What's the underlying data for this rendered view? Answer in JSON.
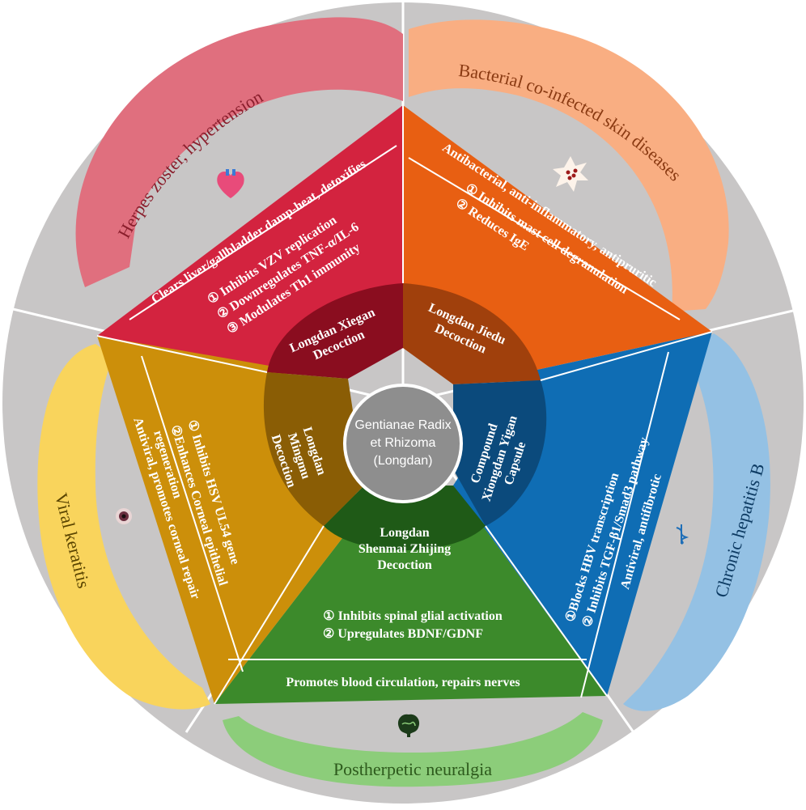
{
  "center": {
    "lines": [
      "Gentianae Radix",
      "et Rhizoma",
      "(Longdan)"
    ]
  },
  "colors": {
    "outer_disc": "#c8c6c6",
    "red": "#d3233f",
    "orange": "#e85f12",
    "blue": "#0f6db4",
    "green": "#3c8a2b",
    "gold": "#cc8f0a"
  },
  "sectors": {
    "top_left": {
      "disease": "Herpes zoster, hypertension",
      "formula": [
        "Longdan Xiegan",
        "Decoction"
      ],
      "mechanisms": [
        "① Inhibits VZV replication",
        "② Downregulates TNF-α/IL-6",
        "③ Modulates Th1 immunity"
      ],
      "effect": "Clears liver/gallbladder damp-heat, detoxifies",
      "icon": "heart-icon"
    },
    "top_right": {
      "disease": "Bacterial co-infected skin diseases",
      "formula": [
        "Longdan Jiedu",
        "Decoction"
      ],
      "mechanisms": [
        "① Inhibits mast cell degranulation",
        "② Reduces IgE"
      ],
      "effect": "Antibacterial, anti-inflammatory, antipruritic",
      "icon": "bacteria-icon"
    },
    "right": {
      "disease": "Chronic hepatitis B",
      "formula": [
        "Compound",
        "Xiongdan Yigan",
        "Capsule"
      ],
      "mechanisms": [
        "①Blocks HBV transcription",
        "② Inhibits TGF-β1/Smad3 pathway"
      ],
      "effect": "Antiviral, antifibrotic",
      "icon": "caduceus-icon"
    },
    "bottom": {
      "disease": "Postherpetic neuralgia",
      "formula": [
        "Longdan",
        "Shenmai Zhijing",
        "Decoction"
      ],
      "mechanisms": [
        "① Inhibits spinal glial activation",
        "② Upregulates BDNF/GDNF"
      ],
      "effect": "Promotes blood circulation, repairs nerves",
      "icon": "brain-icon"
    },
    "left": {
      "disease": "Viral keratitis",
      "formula": [
        "Longdan",
        "Mingmu",
        "Decoction"
      ],
      "mechanisms": [
        "① Inhibits HSV UL54 gene",
        "②Enhances Corneal epithelial",
        "regeneration"
      ],
      "effect": "Antiviral, promotes corneal repair",
      "icon": "eye-icon"
    }
  }
}
